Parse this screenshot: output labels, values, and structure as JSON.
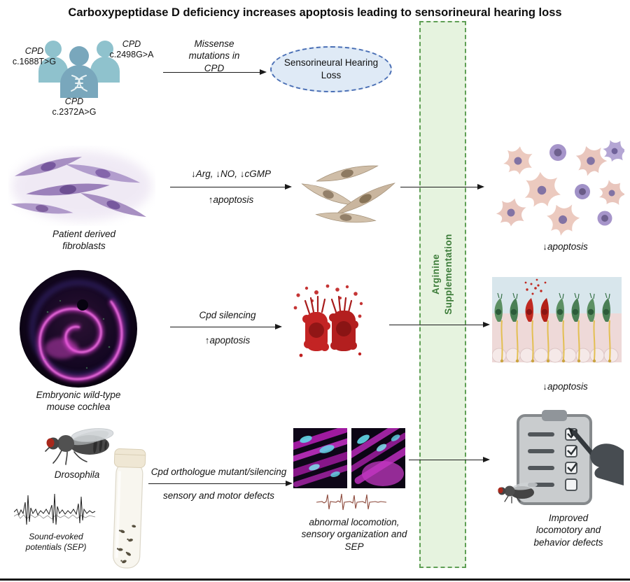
{
  "title": "Carboxypeptidase D deficiency increases apoptosis leading to sensorineural hearing loss",
  "colors": {
    "band_fill": "#c7e4b9",
    "band_border": "#5f9f55",
    "band_text": "#3c7c39",
    "ellipse_fill": "#dfeaf6",
    "ellipse_border": "#4a6fb5",
    "arrow": "#1a1a1a",
    "apoptotic_red": "#c32424",
    "fibroblast_purple": "#a78fc2",
    "fibroblast_tan": "#cfbda7"
  },
  "band": {
    "label": "Arginine Supplementation"
  },
  "row_patients": {
    "variants": [
      {
        "gene": "CPD",
        "change": "c.1688T>G"
      },
      {
        "gene": "CPD",
        "change": "c.2498G>A"
      },
      {
        "gene": "CPD",
        "change": "c.2372A>G"
      }
    ],
    "arrow_label": "Missense mutations in CPD",
    "outcome": "Sensorineural Hearing Loss"
  },
  "row_fibroblasts": {
    "source_label": "Patient derived fibroblasts",
    "arrow_top": "↓Arg, ↓NO, ↓cGMP",
    "arrow_bottom": "↑apoptosis",
    "result_label": "↓apoptosis"
  },
  "row_cochlea": {
    "source_label": "Embryonic wild-type mouse cochlea",
    "arrow_top": "Cpd silencing",
    "arrow_bottom": "↑apoptosis",
    "result_label": "↓apoptosis"
  },
  "row_drosophila": {
    "source_label": "Drosophila",
    "sep_label": "Sound-evoked potentials (SEP)",
    "arrow_top": "Cpd orthologue mutant/silencing",
    "arrow_bottom": "sensory and motor defects",
    "middle_caption": "abnormal locomotion, sensory organization and SEP",
    "result_label": "Improved locomotory and behavior defects"
  },
  "icons": {
    "patients": "patient-trio-dna-icon",
    "hearing_loss": "hearing-loss-outcome-ellipse",
    "purple_cells": "patient-fibroblasts-illustration",
    "tan_cells": "apoptotic-fibroblasts-illustration",
    "pink_cells": "rescued-cells-illustration",
    "cochlea": "mouse-cochlea-micrograph",
    "red_hair_cells": "apoptotic-hair-cells-illustration",
    "tissue": "organ-of-corti-illustration",
    "fly": "drosophila-fly-illustration",
    "sep_trace": "sound-evoked-potential-trace",
    "vial": "fly-culture-vial",
    "micrographs": "fluorescence-micrographs",
    "mini_trace": "abnormal-sep-trace",
    "clipboard": "behavior-checklist-clipboard"
  }
}
